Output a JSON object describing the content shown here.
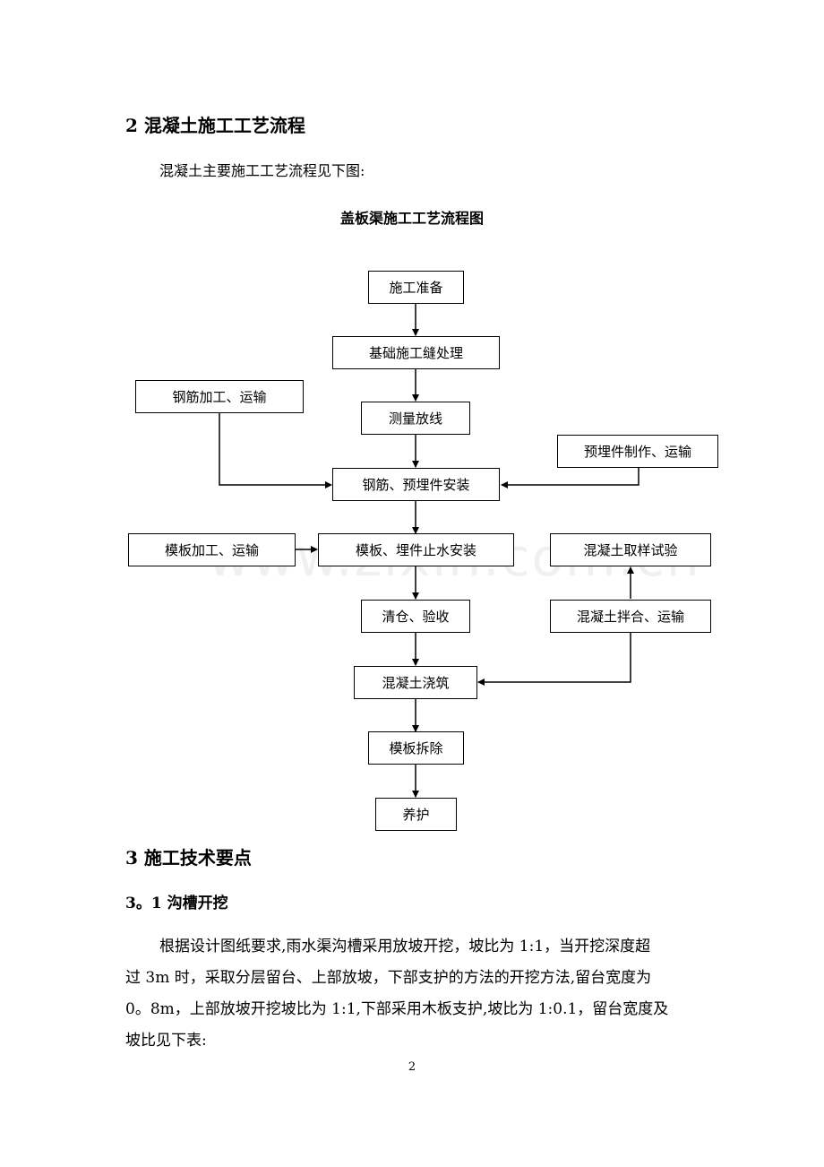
{
  "section2": {
    "heading": "2 混凝土施工工艺流程",
    "intro": "混凝土主要施工工艺流程见下图:"
  },
  "flowchart": {
    "title": "盖板渠施工工艺流程图",
    "nodes": {
      "prep": "施工准备",
      "foundation": "基础施工缝处理",
      "survey": "测量放线",
      "rebar_proc": "钢筋加工、运输",
      "embed_make": "预埋件制作、运输",
      "rebar_install": "钢筋、预埋件安装",
      "form_proc": "模板加工、运输",
      "form_install": "模板、埋件止水安装",
      "concrete_test": "混凝土取样试验",
      "clean": "清仓、验收",
      "concrete_mix": "混凝土拌合、运输",
      "pour": "混凝土浇筑",
      "form_remove": "模板拆除",
      "cure": "养护"
    }
  },
  "section3": {
    "heading": "3 施工技术要点",
    "sub_heading": "3。1 沟槽开挖",
    "paragraph_lines": [
      "根据设计图纸要求,雨水渠沟槽采用放坡开挖，坡比为 1:1，当开挖深度超",
      "过 3m 时，采取分层留台、上部放坡，下部支护的方法的开挖方法,留台宽度为",
      "0。8m，上部放坡开挖坡比为 1:1,下部采用木板支护,坡比为 1:0.1，留台宽度及",
      "坡比见下表:"
    ]
  },
  "footer": {
    "page_number": "2"
  },
  "watermark": "www.zixin.com.cn"
}
